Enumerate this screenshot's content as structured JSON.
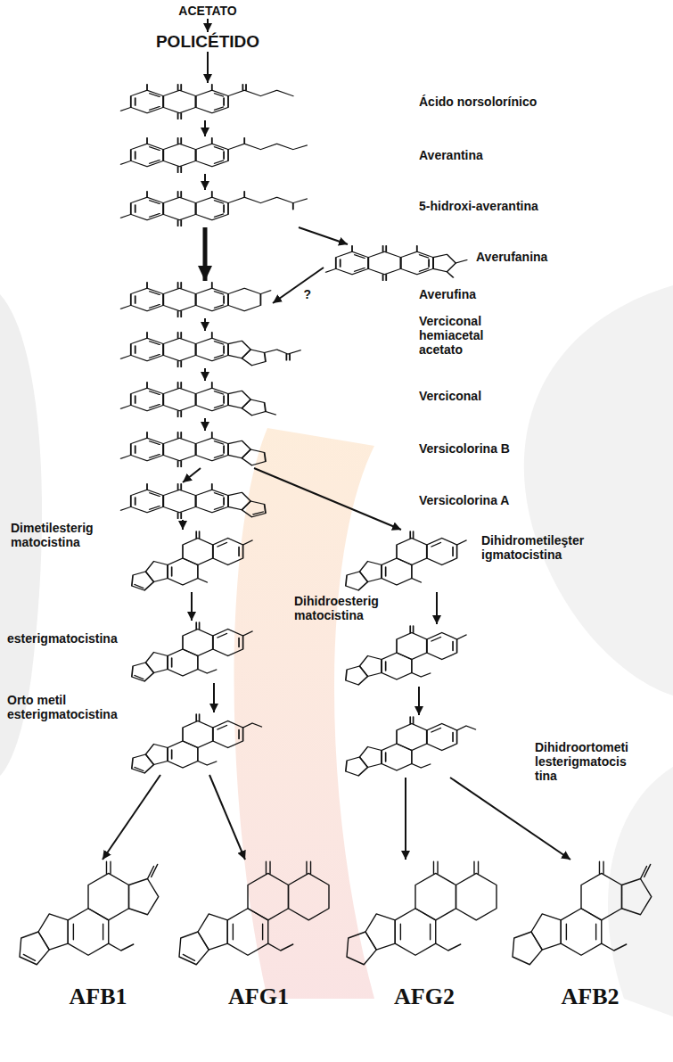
{
  "diagram": {
    "nodes": [
      {
        "text": [
          "ACETATO"
        ]
      },
      {
        "text": [
          "POLICÉTIDO"
        ]
      },
      {
        "text": [
          "Ácido norsolorínico"
        ]
      },
      {
        "text": [
          "Averantina"
        ]
      },
      {
        "text": [
          "5-hidroxi-averantina"
        ]
      },
      {
        "text": [
          "Averufanina"
        ]
      },
      {
        "text": [
          "Averufina"
        ]
      },
      {
        "text": [
          "Verciconal hemiacetal acetato"
        ]
      },
      {
        "text": [
          "Verciconal"
        ]
      },
      {
        "text": [
          "Versicolorina B"
        ]
      },
      {
        "text": [
          "Versicolorina A"
        ]
      },
      {
        "text": [
          "Dimetilesterig matocistina"
        ]
      },
      {
        "text": [
          "Dihidrometileşter igmatocistina"
        ]
      },
      {
        "text": [
          "esterigmatocistina"
        ]
      },
      {
        "text": [
          "Dihidroesterig matocistina"
        ]
      },
      {
        "text": [
          "Orto metil esterigmatocistina"
        ]
      },
      {
        "text": [
          "Dihidroortometi lesterigmatocis tina"
        ]
      },
      {
        "text": [
          "AFB1"
        ]
      },
      {
        "text": [
          "AFG1"
        ]
      },
      {
        "text": [
          "AFG2"
        ]
      },
      {
        "text": [
          "AFB2"
        ]
      }
    ],
    "edges": [
      {
        "from": 0,
        "to": 1,
        "arrow": "to"
      },
      {
        "from": 1,
        "to": 2,
        "arrow": "to"
      },
      {
        "from": 2,
        "to": 3,
        "arrow": "to"
      },
      {
        "from": 3,
        "to": 4,
        "arrow": "to"
      },
      {
        "from": 4,
        "to": 6,
        "arrow": "to"
      },
      {
        "from": 4,
        "to": 5,
        "arrow": "to"
      },
      {
        "from": 5,
        "to": 6,
        "label": "?",
        "arrow": "to"
      },
      {
        "from": 6,
        "to": 7,
        "arrow": "to"
      },
      {
        "from": 7,
        "to": 8,
        "arrow": "to"
      },
      {
        "from": 8,
        "to": 9,
        "arrow": "to"
      },
      {
        "from": 9,
        "to": 10,
        "arrow": "to"
      },
      {
        "from": 9,
        "to": 12,
        "arrow": "to"
      },
      {
        "from": 10,
        "to": 11,
        "arrow": "to"
      },
      {
        "from": 11,
        "to": 13,
        "arrow": "to"
      },
      {
        "from": 13,
        "to": 15,
        "arrow": "to"
      },
      {
        "from": 12,
        "to": 14,
        "arrow": "to"
      },
      {
        "from": 14,
        "to": 16,
        "arrow": "to"
      },
      {
        "from": 15,
        "to": 17,
        "arrow": "to"
      },
      {
        "from": 15,
        "to": 18,
        "arrow": "to"
      },
      {
        "from": 16,
        "to": 19,
        "arrow": "to"
      },
      {
        "from": 16,
        "to": 20,
        "arrow": "to"
      }
    ]
  }
}
